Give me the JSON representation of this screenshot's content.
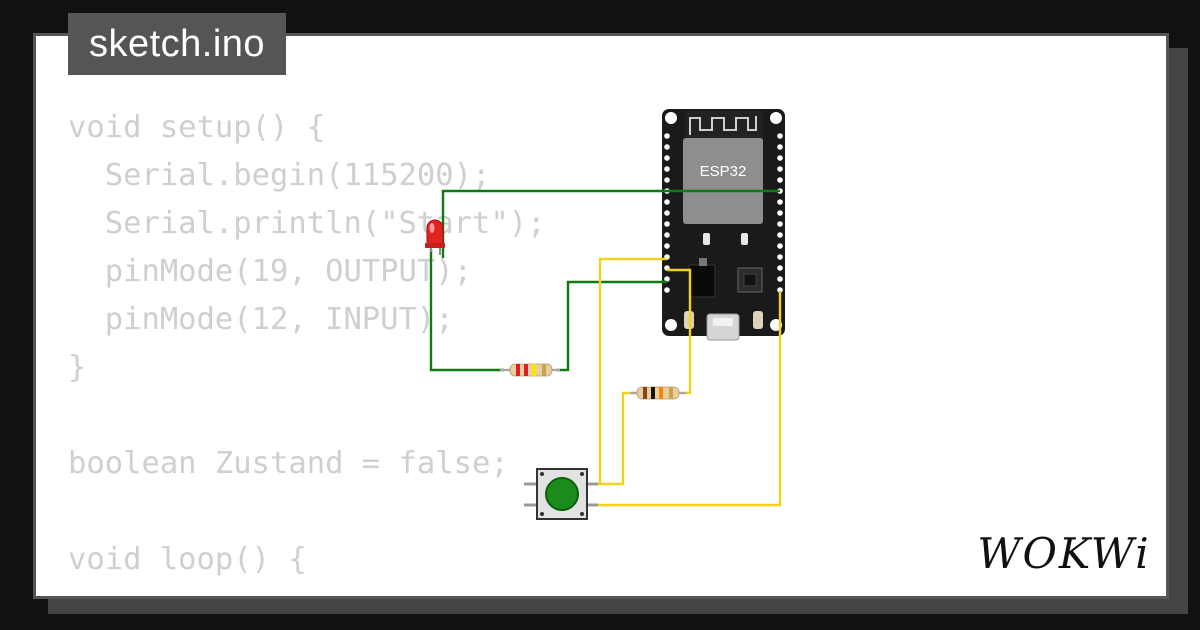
{
  "file_tab": {
    "label": "sketch.ino"
  },
  "code": {
    "lines": [
      "void setup() {",
      "  Serial.begin(115200);",
      "  Serial.println(\"Start\");",
      "  pinMode(19, OUTPUT);",
      "  pinMode(12, INPUT);",
      "}",
      "",
      "boolean Zustand = false;",
      "",
      "void loop() {"
    ]
  },
  "board": {
    "chip_label": "ESP32"
  },
  "brand": {
    "logo_text": "WOKWi"
  },
  "colors": {
    "wire_green": "#0f7a12",
    "wire_yellow": "#f2d21a",
    "code_text": "#cfcfcf",
    "tab_bg": "#555555",
    "board": "#1a1a1a",
    "button": "#1b8c1b"
  },
  "components": [
    "esp32-board",
    "red-led",
    "resistor",
    "resistor",
    "pushbutton"
  ]
}
